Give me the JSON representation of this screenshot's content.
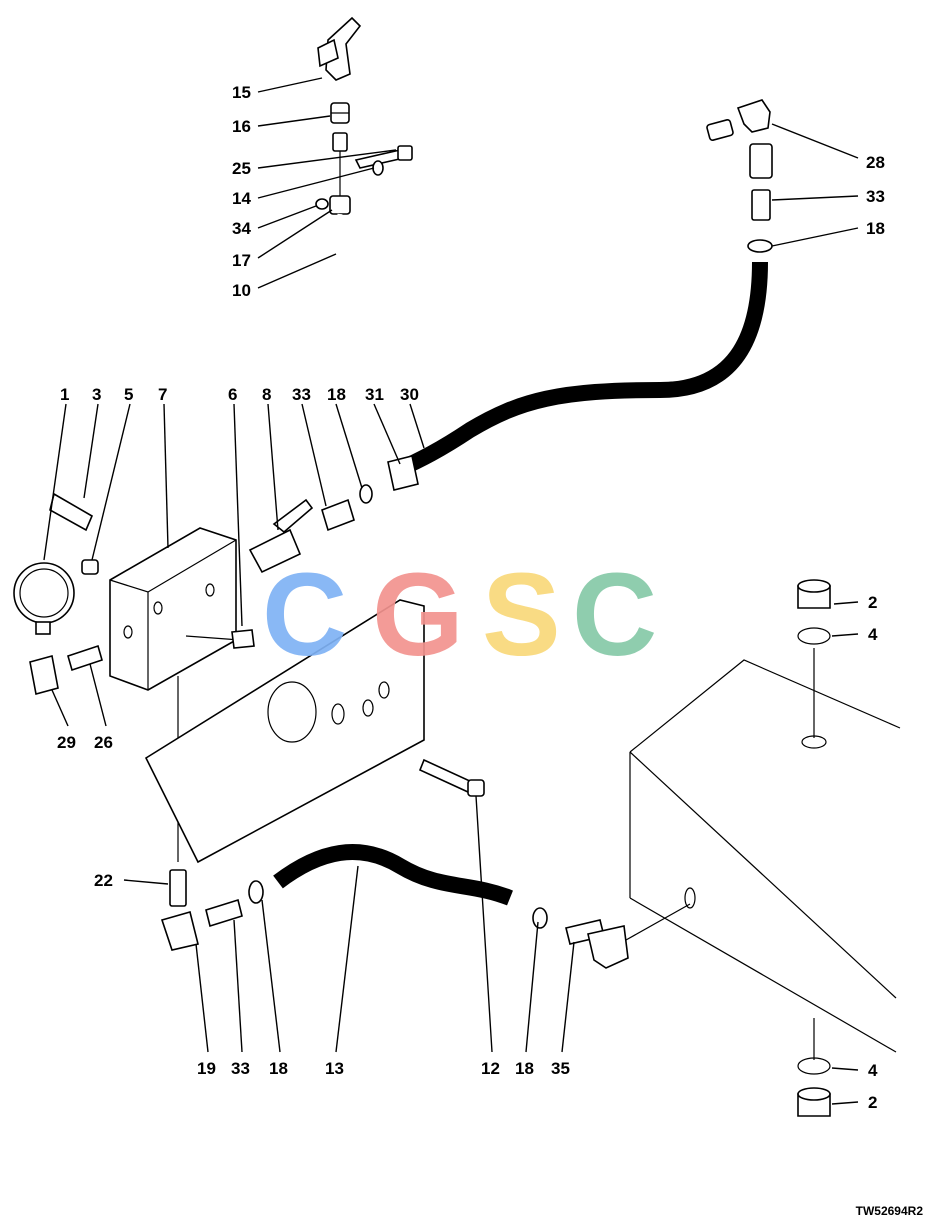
{
  "diagram": {
    "drawing_number": "TW52694R2",
    "watermark": {
      "letters": [
        "C",
        "G",
        "S",
        "C"
      ],
      "colors": [
        "#7fb2f5",
        "#f2938f",
        "#f9d97a",
        "#86c9a8"
      ]
    },
    "callouts": {
      "c15": "15",
      "c16": "16",
      "c25": "25",
      "c14": "14",
      "c34": "34",
      "c17": "17",
      "c10": "10",
      "c28": "28",
      "c33a": "33",
      "c18a": "18",
      "c1": "1",
      "c3": "3",
      "c5": "5",
      "c7": "7",
      "c6": "6",
      "c8": "8",
      "c33b": "33",
      "c18b": "18",
      "c31": "31",
      "c30": "30",
      "c2a": "2",
      "c4a": "4",
      "c29": "29",
      "c26": "26",
      "c22": "22",
      "c19": "19",
      "c33c": "33",
      "c18c": "18",
      "c13": "13",
      "c12": "12",
      "c18d": "18",
      "c35": "35",
      "c4b": "4",
      "c2b": "2"
    }
  }
}
